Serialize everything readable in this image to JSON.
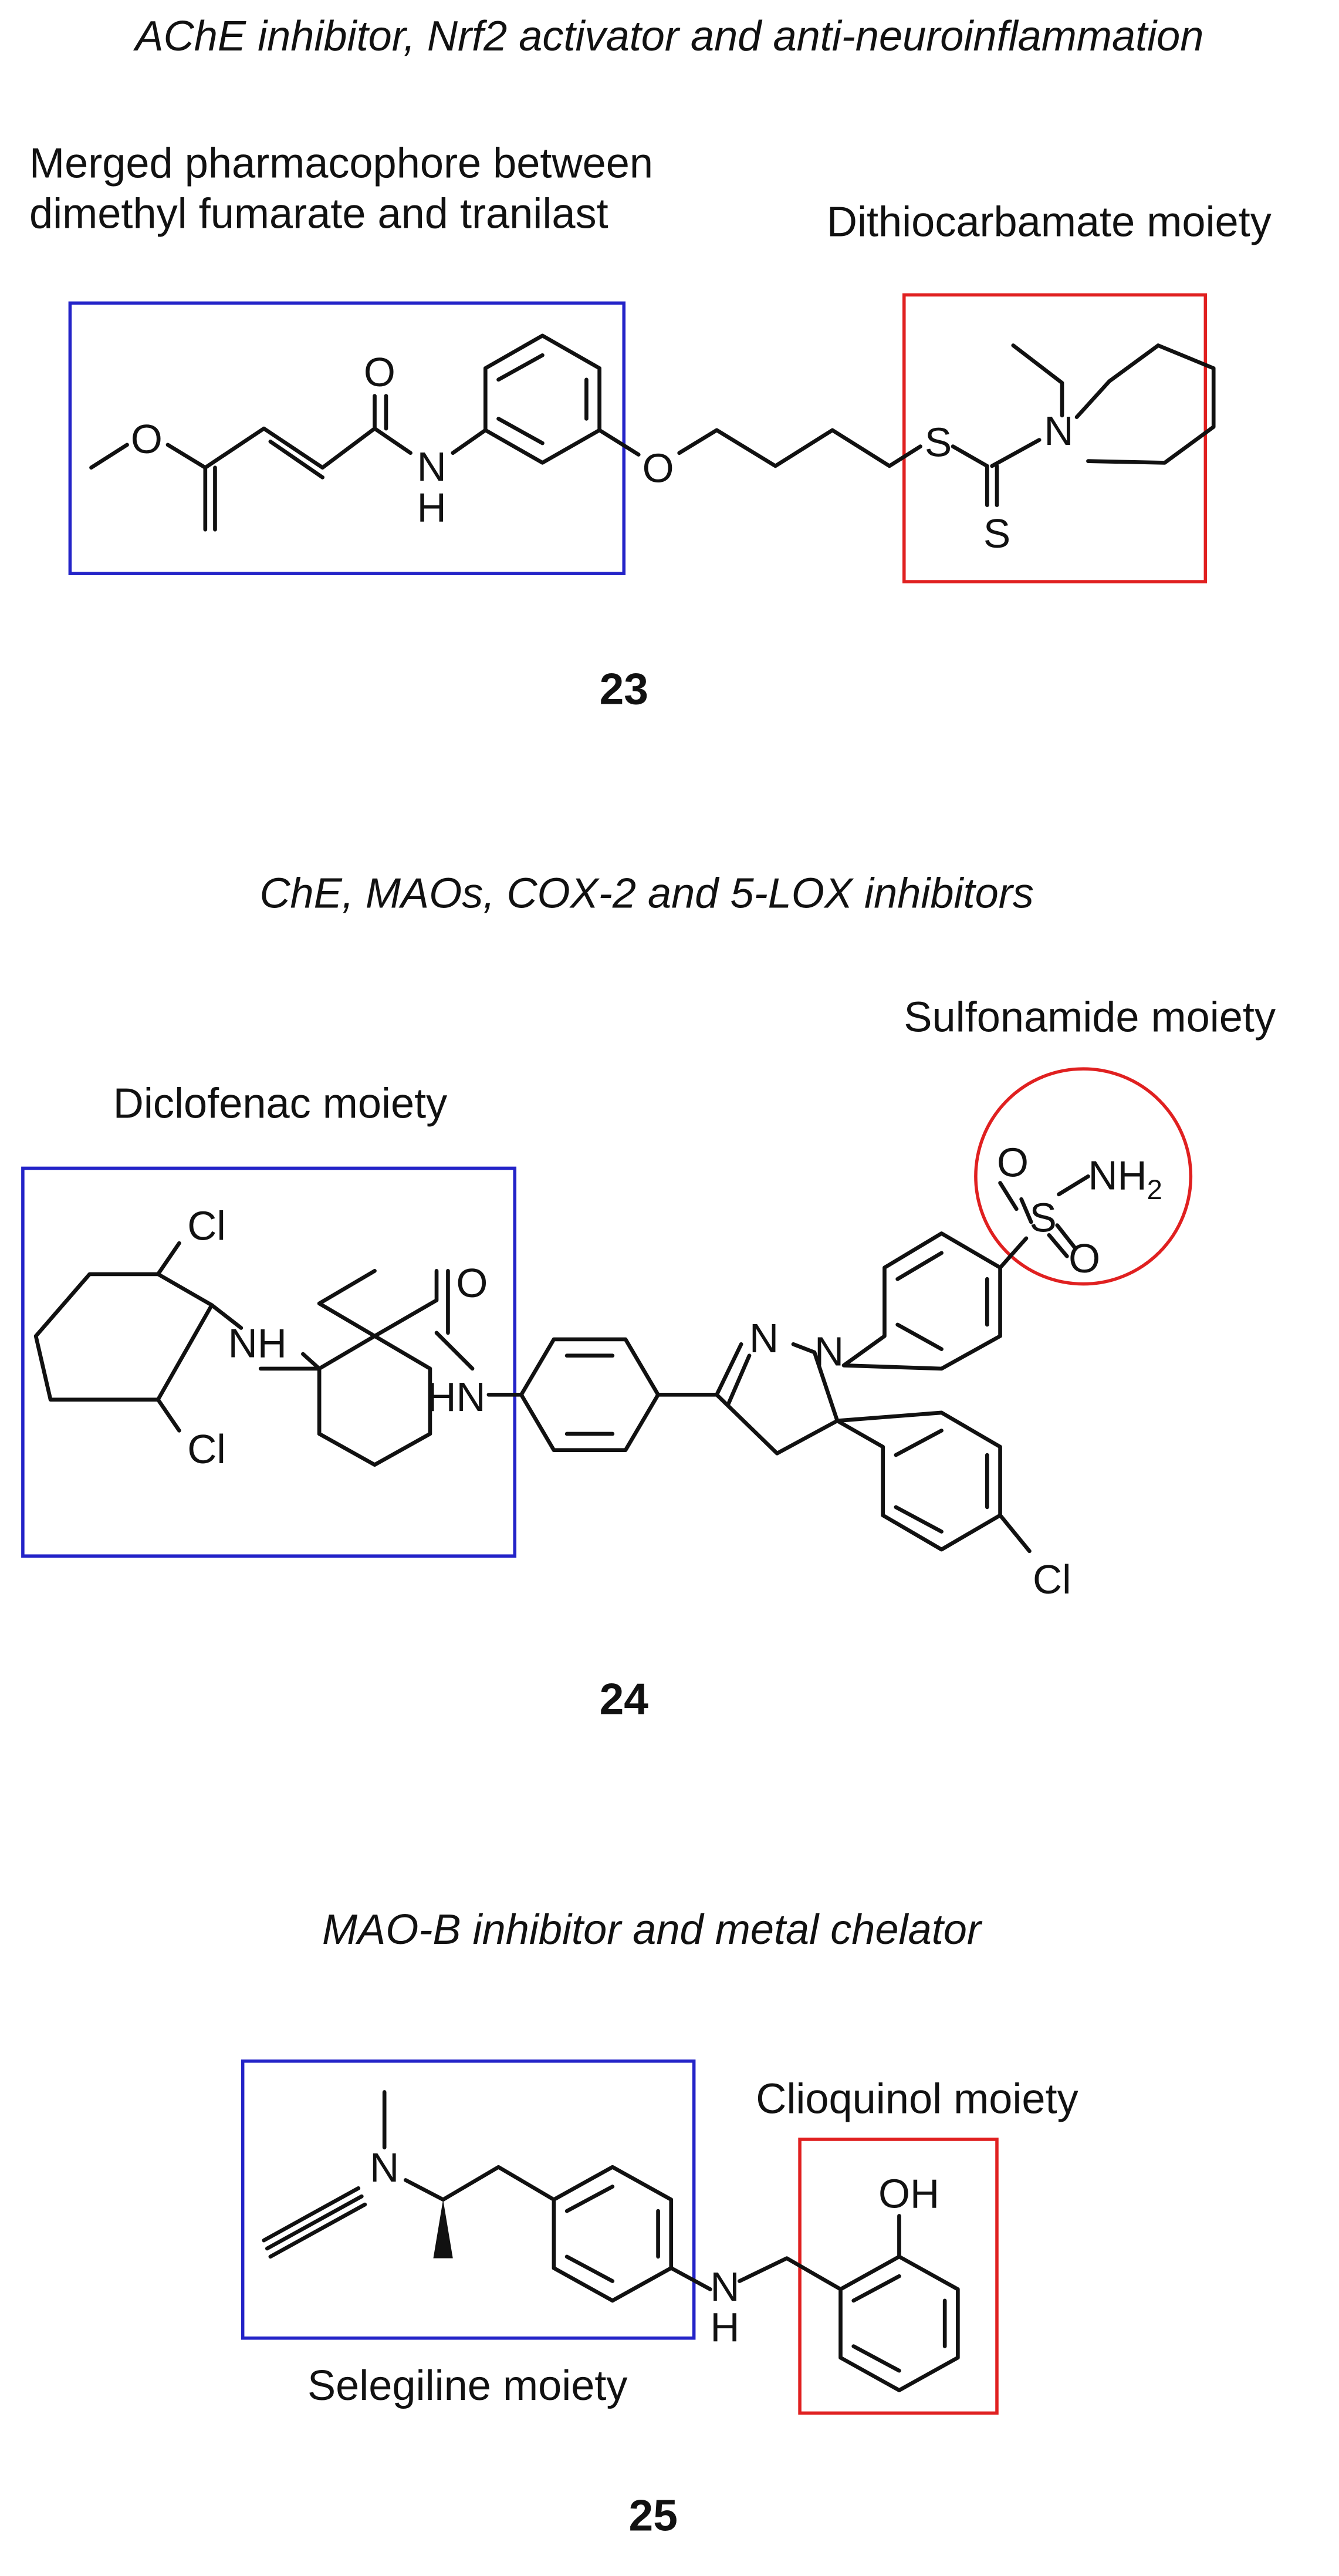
{
  "compound_23": {
    "title": "AChE inhibitor, Nrf2 activator and anti-neuroinflammation",
    "label_left_line1": "Merged pharmacophore between",
    "label_left_line2": "dimethyl fumarate and tranilast",
    "label_right": "Dithiocarbamate moiety",
    "number": "23",
    "box_left_color": "#2323c8",
    "box_right_color": "#e02020"
  },
  "compound_24": {
    "title": "ChE, MAOs, COX-2 and 5-LOX inhibitors",
    "label_left": "Diclofenac moiety",
    "label_right": "Sulfonamide moiety",
    "number": "24",
    "box_left_color": "#2323c8",
    "circle_color": "#e02020"
  },
  "compound_25": {
    "title": "MAO-B inhibitor and metal chelator",
    "label_right": "Clioquinol moiety",
    "label_bottom": "Selegiline moiety",
    "number": "25",
    "box_left_color": "#2323c8",
    "box_right_color": "#e02020"
  },
  "atoms": {
    "O": "O",
    "N": "N",
    "H": "H",
    "S": "S",
    "Cl": "Cl",
    "NH": "NH",
    "HN": "HN",
    "OH": "OH",
    "NH2": "NH",
    "sub2": "2"
  }
}
